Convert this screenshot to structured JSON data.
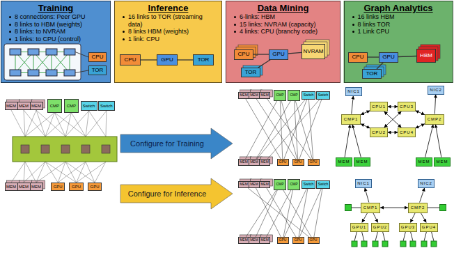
{
  "diagram": {
    "nodes": [
      {
        "text": [
          "Training",
          "8 connections: Peer GPU",
          "8 links to HBM (weights)",
          "8 links: to NVRAM",
          "1 links: to CPU (control)"
        ]
      },
      {
        "text": [
          "CPU"
        ],
        "in": 0
      },
      {
        "text": [
          "TOR"
        ],
        "in": 0
      },
      {
        "text": [
          "Inference",
          "16 links to TOR (streaming data)",
          "8 links HBM (weights)",
          "1 link: CPU"
        ]
      },
      {
        "text": [
          "CPU"
        ],
        "in": 3
      },
      {
        "text": [
          "GPU"
        ],
        "in": 3
      },
      {
        "text": [
          "TOR"
        ],
        "in": 3
      },
      {
        "text": [
          "Data Mining",
          "6-links: HBM",
          "15 links: NVRAM (capacity)",
          "4 links: CPU (branchy code)"
        ]
      },
      {
        "text": [
          "CPU"
        ],
        "in": 7
      },
      {
        "text": [
          "GPU"
        ],
        "in": 7
      },
      {
        "text": [
          "NVRAM"
        ],
        "in": 7
      },
      {
        "text": [
          "TOR"
        ],
        "in": 7
      },
      {
        "text": [
          "Graph Analytics",
          "16 links HBM",
          "8 links TOR",
          "1 Link CPU"
        ]
      },
      {
        "text": [
          "CPU"
        ],
        "in": 12
      },
      {
        "text": [
          "GPU"
        ],
        "in": 12
      },
      {
        "text": [
          "HBM"
        ],
        "in": 12
      },
      {
        "text": [
          "TOR"
        ],
        "in": 12
      },
      {
        "text": [
          "MEM"
        ]
      },
      {
        "text": [
          "MEM"
        ]
      },
      {
        "text": [
          "MEM"
        ]
      },
      {
        "text": [
          "CMP"
        ]
      },
      {
        "text": [
          "CMP"
        ]
      },
      {
        "text": [
          "Switch"
        ]
      },
      {
        "text": [
          "Switch"
        ]
      },
      {
        "text": [
          "MEM"
        ]
      },
      {
        "text": [
          "MEM"
        ]
      },
      {
        "text": [
          "MEM"
        ]
      },
      {
        "text": [
          "GPU"
        ]
      },
      {
        "text": [
          "GPU"
        ]
      },
      {
        "text": [
          "GPU"
        ]
      },
      {
        "text": [
          "Configure for Training"
        ]
      },
      {
        "text": [
          "Configure for Inference"
        ]
      },
      {
        "text": [
          "MEM"
        ]
      },
      {
        "text": [
          "MEM"
        ]
      },
      {
        "text": [
          "MEM"
        ]
      },
      {
        "text": [
          "CMP"
        ]
      },
      {
        "text": [
          "CMP"
        ]
      },
      {
        "text": [
          "Switch"
        ]
      },
      {
        "text": [
          "Switch"
        ]
      },
      {
        "text": [
          "MEM"
        ]
      },
      {
        "text": [
          "MEM"
        ]
      },
      {
        "text": [
          "MEM"
        ]
      },
      {
        "text": [
          "GPU"
        ]
      },
      {
        "text": [
          "GPU"
        ]
      },
      {
        "text": [
          "GPU"
        ]
      },
      {
        "text": [
          "MEM"
        ]
      },
      {
        "text": [
          "MEM"
        ]
      },
      {
        "text": [
          "MEM"
        ]
      },
      {
        "text": [
          "CMP"
        ]
      },
      {
        "text": [
          "CMP"
        ]
      },
      {
        "text": [
          "Switch"
        ]
      },
      {
        "text": [
          "Switch"
        ]
      },
      {
        "text": [
          "MEM"
        ]
      },
      {
        "text": [
          "MEM"
        ]
      },
      {
        "text": [
          "MEM"
        ]
      },
      {
        "text": [
          "GPU"
        ]
      },
      {
        "text": [
          "GPU"
        ]
      },
      {
        "text": [
          "GPU"
        ]
      },
      {
        "text": [
          "NIC1"
        ]
      },
      {
        "text": [
          "NIC2"
        ]
      },
      {
        "text": [
          "CMP1"
        ]
      },
      {
        "text": [
          "CPU1"
        ]
      },
      {
        "text": [
          "CPU3"
        ]
      },
      {
        "text": [
          "CMP2"
        ]
      },
      {
        "text": [
          "CPU2"
        ]
      },
      {
        "text": [
          "CPU4"
        ]
      },
      {
        "text": [
          "MEM"
        ]
      },
      {
        "text": [
          "MEM"
        ]
      },
      {
        "text": [
          "MEM"
        ]
      },
      {
        "text": [
          "MEM"
        ]
      },
      {
        "text": [
          "NIC1"
        ]
      },
      {
        "text": [
          "NIC2"
        ]
      },
      {
        "text": [
          "CMP1"
        ]
      },
      {
        "text": [
          "CMP2"
        ]
      },
      {
        "text": [
          "GPU1"
        ]
      },
      {
        "text": [
          "GPU2"
        ]
      },
      {
        "text": [
          "GPU3"
        ]
      },
      {
        "text": [
          "GPU4"
        ]
      }
    ],
    "edges": [
      {
        "from": 4,
        "to": 5,
        "arrow": "none"
      },
      {
        "from": 5,
        "to": 6,
        "arrow": "none"
      },
      {
        "from": 8,
        "to": 9,
        "arrow": "none"
      },
      {
        "from": 9,
        "to": 10,
        "arrow": "none"
      },
      {
        "from": 11,
        "to": 9,
        "arrow": "none"
      },
      {
        "from": 13,
        "to": 14,
        "arrow": "none"
      },
      {
        "from": 14,
        "to": 15,
        "arrow": "none"
      },
      {
        "from": 16,
        "to": 14,
        "arrow": "none"
      },
      {
        "from": 35,
        "to": 42,
        "arrow": "none"
      },
      {
        "from": 35,
        "to": 43,
        "arrow": "none"
      },
      {
        "from": 36,
        "to": 43,
        "arrow": "none"
      },
      {
        "from": 36,
        "to": 44,
        "arrow": "none"
      },
      {
        "from": 37,
        "to": 42,
        "arrow": "none"
      },
      {
        "from": 37,
        "to": 44,
        "arrow": "none"
      },
      {
        "from": 38,
        "to": 43,
        "arrow": "none"
      },
      {
        "from": 32,
        "to": 42,
        "arrow": "none"
      },
      {
        "from": 33,
        "to": 43,
        "arrow": "none"
      },
      {
        "from": 34,
        "to": 44,
        "arrow": "none"
      },
      {
        "from": 35,
        "to": 39,
        "arrow": "none"
      },
      {
        "from": 36,
        "to": 40,
        "arrow": "none"
      },
      {
        "from": 38,
        "to": 41,
        "arrow": "none"
      },
      {
        "from": 37,
        "to": 40,
        "arrow": "none"
      },
      {
        "from": 48,
        "to": 52,
        "arrow": "none"
      },
      {
        "from": 48,
        "to": 53,
        "arrow": "none"
      },
      {
        "from": 49,
        "to": 54,
        "arrow": "none"
      },
      {
        "from": 49,
        "to": 55,
        "arrow": "none"
      },
      {
        "from": 50,
        "to": 56,
        "arrow": "none"
      },
      {
        "from": 51,
        "to": 57,
        "arrow": "none"
      },
      {
        "from": 50,
        "to": 55,
        "arrow": "none"
      },
      {
        "from": 51,
        "to": 56,
        "arrow": "none"
      },
      {
        "from": 45,
        "to": 57,
        "arrow": "none"
      },
      {
        "from": 46,
        "to": 55,
        "arrow": "none"
      },
      {
        "from": 47,
        "to": 56,
        "arrow": "none"
      },
      {
        "from": 48,
        "to": 57,
        "arrow": "none"
      },
      {
        "from": 60,
        "to": 58,
        "arrow": "to"
      },
      {
        "from": 63,
        "to": 59,
        "arrow": "to"
      },
      {
        "from": 60,
        "to": 61,
        "arrow": "both"
      },
      {
        "from": 60,
        "to": 64,
        "arrow": "both"
      },
      {
        "from": 61,
        "to": 62,
        "arrow": "both"
      },
      {
        "from": 62,
        "to": 63,
        "arrow": "both"
      },
      {
        "from": 64,
        "to": 65,
        "arrow": "both"
      },
      {
        "from": 65,
        "to": 63,
        "arrow": "both"
      },
      {
        "from": 61,
        "to": 65,
        "arrow": "both"
      },
      {
        "from": 62,
        "to": 64,
        "arrow": "both"
      },
      {
        "from": 66,
        "to": 60,
        "arrow": "to"
      },
      {
        "from": 67,
        "to": 60,
        "arrow": "to"
      },
      {
        "from": 68,
        "to": 63,
        "arrow": "to"
      },
      {
        "from": 69,
        "to": 63,
        "arrow": "to"
      },
      {
        "from": 72,
        "to": 70,
        "arrow": "to"
      },
      {
        "from": 73,
        "to": 71,
        "arrow": "to"
      },
      {
        "from": 72,
        "to": 73,
        "arrow": "both"
      },
      {
        "from": 72,
        "to": 74,
        "arrow": "to"
      },
      {
        "from": 72,
        "to": 75,
        "arrow": "to"
      },
      {
        "from": 73,
        "to": 76,
        "arrow": "to"
      },
      {
        "from": 73,
        "to": 77,
        "arrow": "to"
      }
    ]
  }
}
